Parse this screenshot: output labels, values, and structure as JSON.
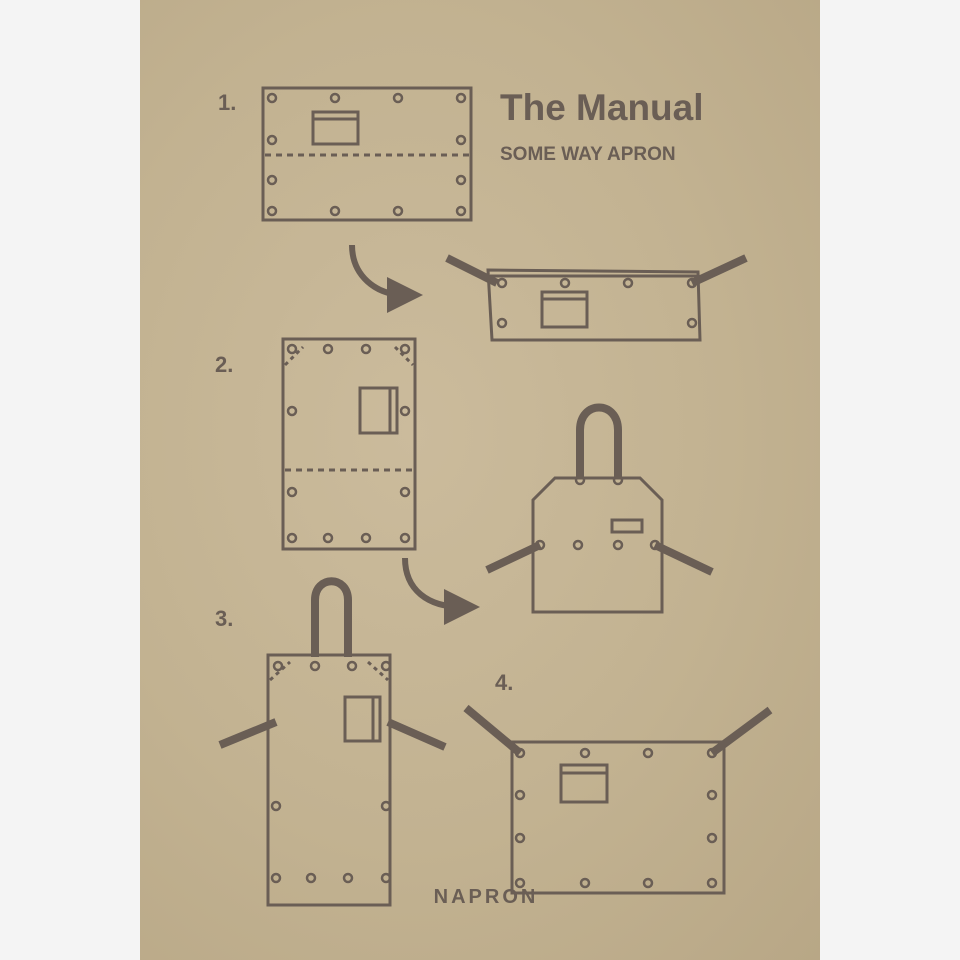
{
  "title": "The Manual",
  "subtitle": "SOME WAY APRON",
  "steps": [
    "1.",
    "2.",
    "3.",
    "4."
  ],
  "brand": "NAPRON",
  "colors": {
    "paper": "#c4b393",
    "ink": "#6a5e55"
  }
}
